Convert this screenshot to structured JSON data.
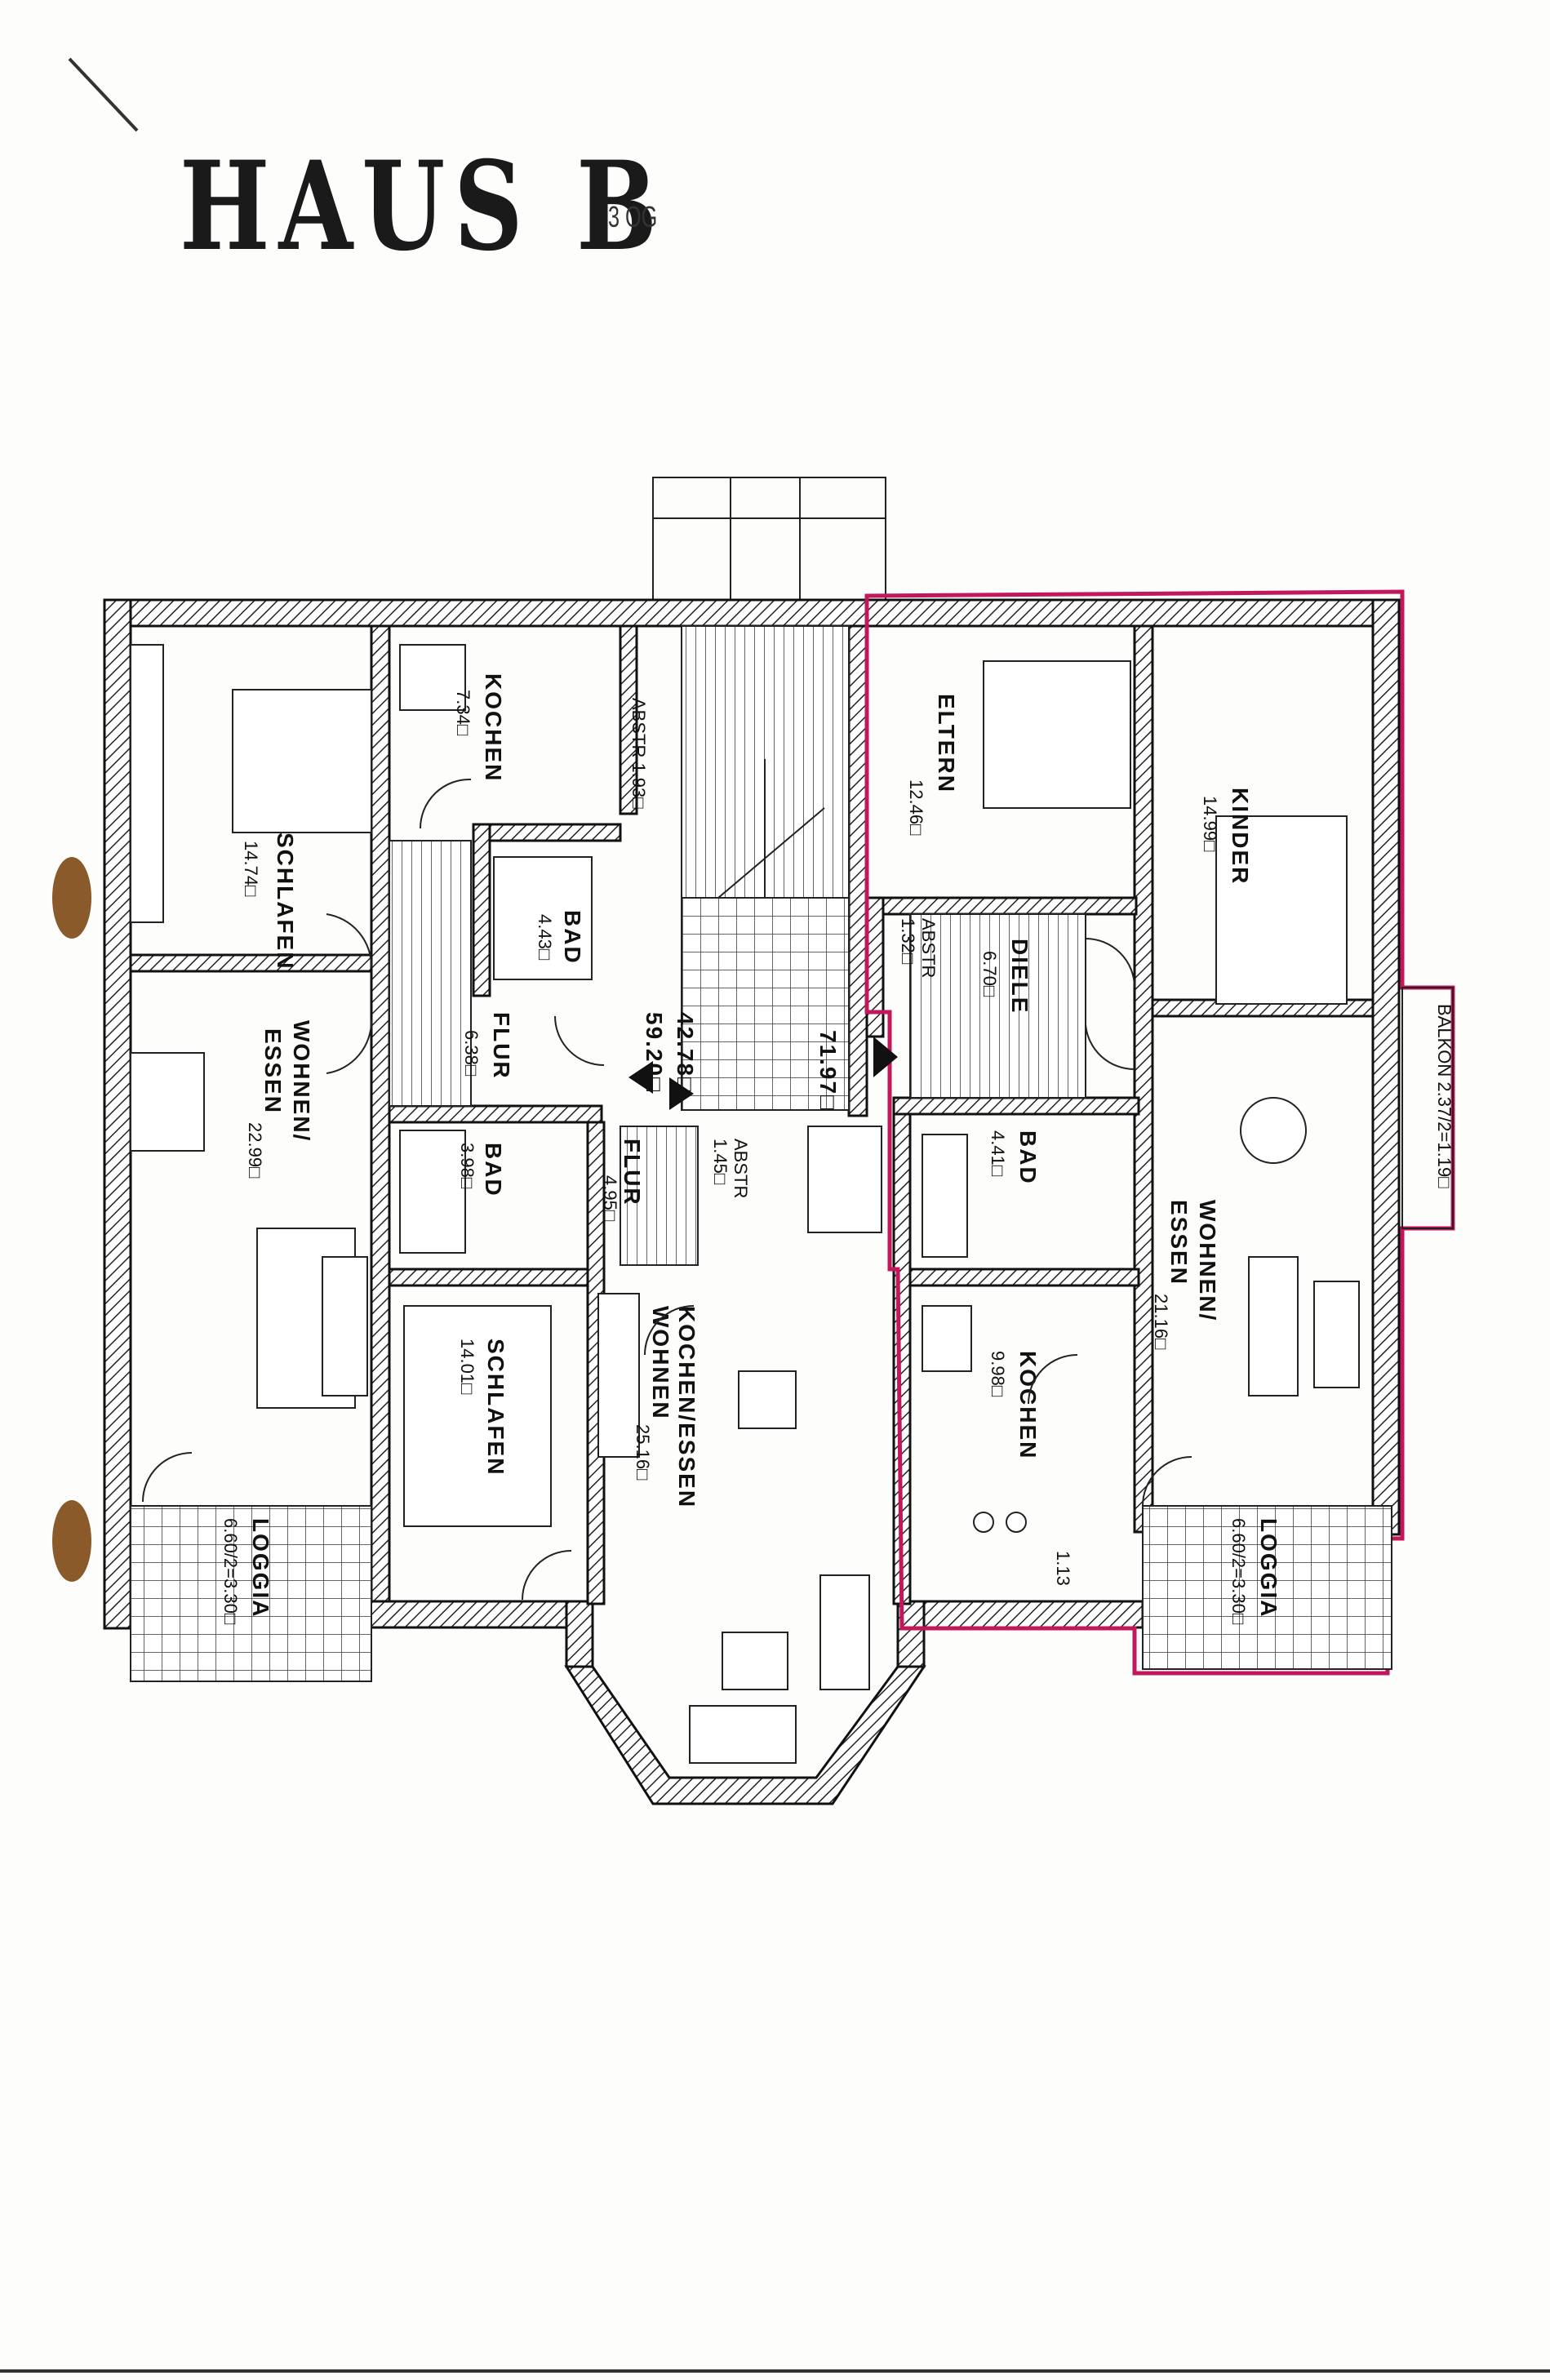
{
  "header": {
    "title_part1": "HAUS",
    "title_part2": "B",
    "floor": "3 OG"
  },
  "rooms": {
    "schlafen_left": {
      "name": "SCHLAFEN",
      "area": "14.74□"
    },
    "kochen_left": {
      "name": "KOCHEN",
      "area": "7.34□"
    },
    "abstr_top": {
      "label": "ABSTR 1.93□"
    },
    "bad_upper": {
      "name": "BAD",
      "area": "4.43□"
    },
    "flur_left": {
      "name": "FLUR",
      "area": "6.38□"
    },
    "wohnen_left": {
      "name": "WOHNEN/",
      "name2": "ESSEN",
      "area": "22.99□"
    },
    "loggia_left": {
      "name": "LOGGIA",
      "area": "6.60/2=3.30□"
    },
    "bad_mid": {
      "name": "BAD",
      "area": "3.98□"
    },
    "flur_mid": {
      "name": "FLUR",
      "area": "4.95□"
    },
    "abstr_mid": {
      "label": "ABSTR",
      "area": "1.45□"
    },
    "schlafen_mid": {
      "name": "SCHLAFEN",
      "area": "14.01□"
    },
    "kochen_wohnen": {
      "name": "KOCHEN/ESSEN",
      "name2": "WOHNEN",
      "area": "25.16□"
    },
    "eltern": {
      "name": "ELTERN",
      "area": "12.46□"
    },
    "kinder": {
      "name": "KINDER",
      "area": "14.99□"
    },
    "abstr_right": {
      "label": "ABSTR",
      "area": "1.32□"
    },
    "diele": {
      "name": "DIELE",
      "area": "6.70□"
    },
    "balkon": {
      "label": "BALKON 2.37/2=1.19□"
    },
    "bad_right": {
      "name": "BAD",
      "area": "4.41□"
    },
    "wohnen_right": {
      "name": "WOHNEN/",
      "name2": "ESSEN",
      "area": "21.16□"
    },
    "kochen_right": {
      "name": "KOCHEN",
      "area": "9.98□"
    },
    "loggia_right": {
      "name": "LOGGIA",
      "area": "6.60/2=3.30□"
    },
    "step_note": {
      "label": "1.13"
    }
  },
  "unit_totals": {
    "left": "42.78□",
    "mid": "59.20□",
    "right": "71.97□"
  },
  "colors": {
    "paper": "#fdfdfb",
    "ink": "#111111",
    "highlight": "#c2185b",
    "binder_tab": "#8a5a2b"
  }
}
